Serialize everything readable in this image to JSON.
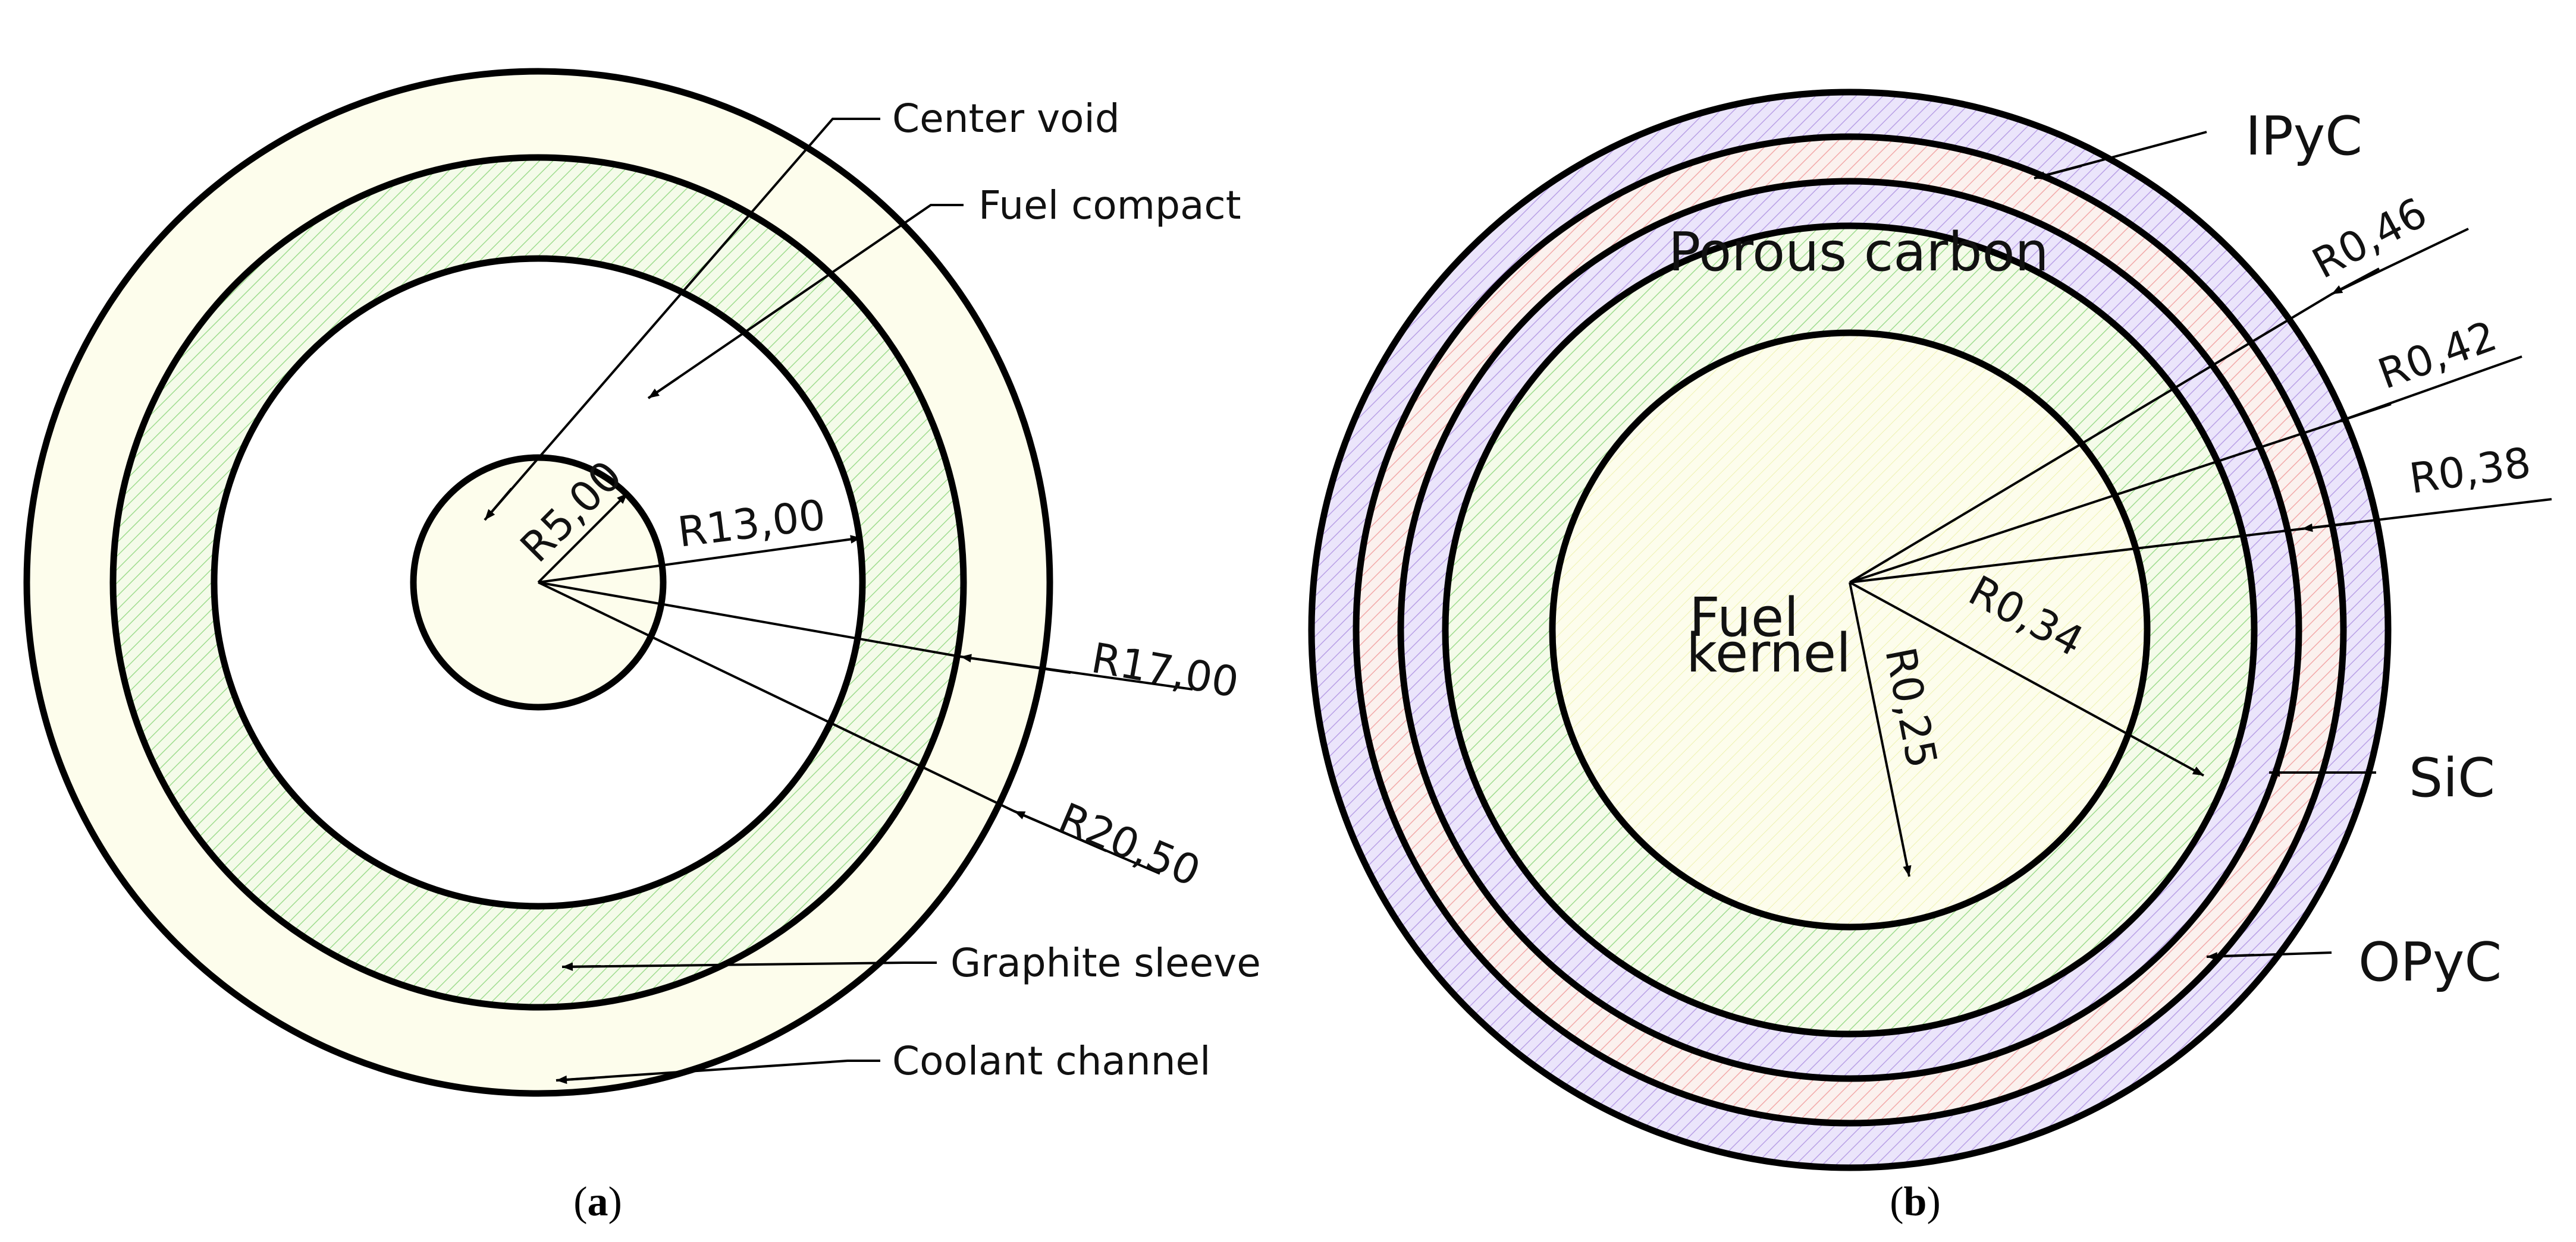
{
  "panel_a": {
    "caption": {
      "open": "(",
      "letter": "a",
      "close": ")"
    },
    "labels": {
      "center_void": "Center void",
      "fuel_compact": "Fuel compact",
      "graphite_sleeve": "Graphite sleeve",
      "coolant_channel": "Coolant channel"
    },
    "dimensions": {
      "r_void": "R5,00",
      "r_compact_outer": "R13,00",
      "r_sleeve_outer": "R17,00",
      "r_channel_outer": "R20,50"
    }
  },
  "panel_b": {
    "caption": {
      "open": "(",
      "letter": "b",
      "close": ")"
    },
    "labels": {
      "ipyc": "IPyC",
      "porous_carbon": "Porous carbon",
      "fuel_line1": "Fuel",
      "fuel_line2": "kernel",
      "sic": "SiC",
      "opyc": "OPyC"
    },
    "dimensions": {
      "r_kernel": "R0,25",
      "r_buffer": "R0,34",
      "r_ipyc": "R0,38",
      "r_sic": "R0,42",
      "r_opyc": "R0,46"
    }
  },
  "colors": {
    "cream": "#fdfdec",
    "green_hatch": "#9fdc8f",
    "red_hatch": "#f2a9a9",
    "purple_hatch": "#b9a0e6",
    "purple_fill": "#ebe5fb",
    "pink_fill": "#fbf1ee"
  }
}
